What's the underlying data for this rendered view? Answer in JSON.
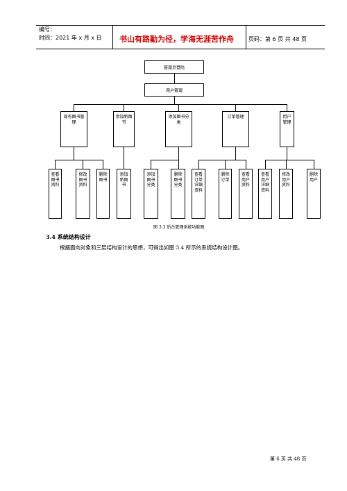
{
  "header": {
    "number_label": "编号：",
    "time_label": "时间：2021 年 x 月 x 日",
    "motto": "书山有路勤为径，学海无涯苦作舟",
    "page_label": "页码：第 6 页 共 48 页"
  },
  "diagram": {
    "root": "管理员登陆",
    "level1": "用户管理",
    "modules": [
      {
        "label": "现有图书管理",
        "children": [
          "查看图书资料",
          "修改图书资料",
          "删除图书"
        ]
      },
      {
        "label": "添加新图书",
        "children": [
          "添加新图书"
        ]
      },
      {
        "label": "添加图书分类",
        "children": [
          "添加图书分类",
          "删除图书分类"
        ]
      },
      {
        "label": "订单管理",
        "children": [
          "查看订单详细资料",
          "删除订单",
          "查看用户资料"
        ]
      },
      {
        "label": "用户管理",
        "children": [
          "查看用户详细资料",
          "修改用户资料",
          "删除用户"
        ]
      }
    ],
    "caption": "图 3.3  后台管理系统功能图"
  },
  "section": {
    "title": "3.4 系统结构设计",
    "paragraph": "根据面向对象和三层结构设计的思想，可得出如图 3.4 所示的系统结构设计图。"
  },
  "footer": {
    "page": "第 6 页 共 48 页"
  }
}
